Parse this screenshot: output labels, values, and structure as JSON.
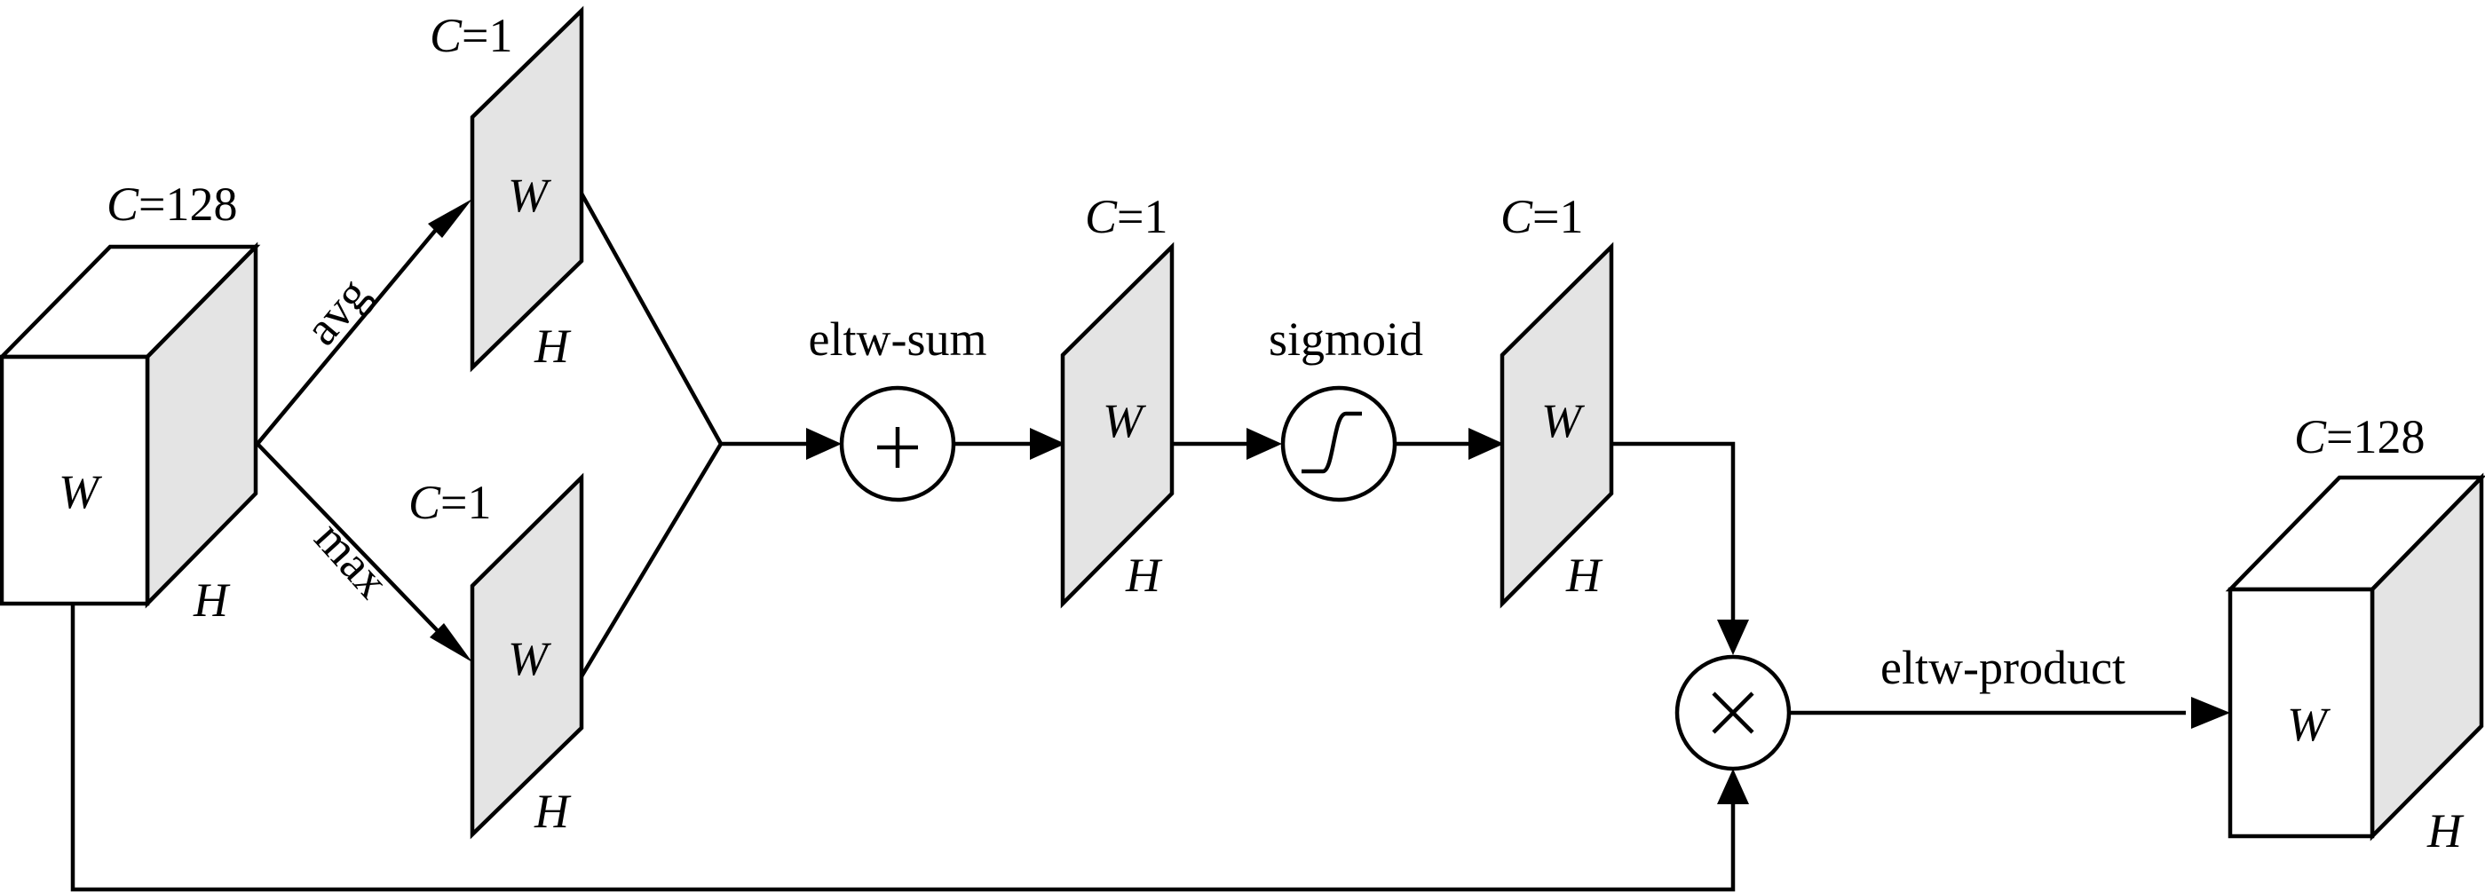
{
  "input_block": {
    "channels_label": "C=128",
    "width_label": "W",
    "height_label": "H"
  },
  "pool_avg": {
    "label": "avg",
    "channels_label": "C=1",
    "width_label": "W",
    "height_label": "H"
  },
  "pool_max": {
    "label": "max",
    "channels_label": "C=1",
    "width_label": "W",
    "height_label": "H"
  },
  "sum_op": {
    "label": "eltw-sum",
    "symbol": "+"
  },
  "sum_map": {
    "channels_label": "C=1",
    "width_label": "W",
    "height_label": "H"
  },
  "sigmoid_op": {
    "label": "sigmoid"
  },
  "sigmoid_map": {
    "channels_label": "C=1",
    "width_label": "W",
    "height_label": "H"
  },
  "product_op": {
    "label": "eltw-product",
    "symbol": "×"
  },
  "output_block": {
    "channels_label": "C=128",
    "width_label": "W",
    "height_label": "H"
  }
}
